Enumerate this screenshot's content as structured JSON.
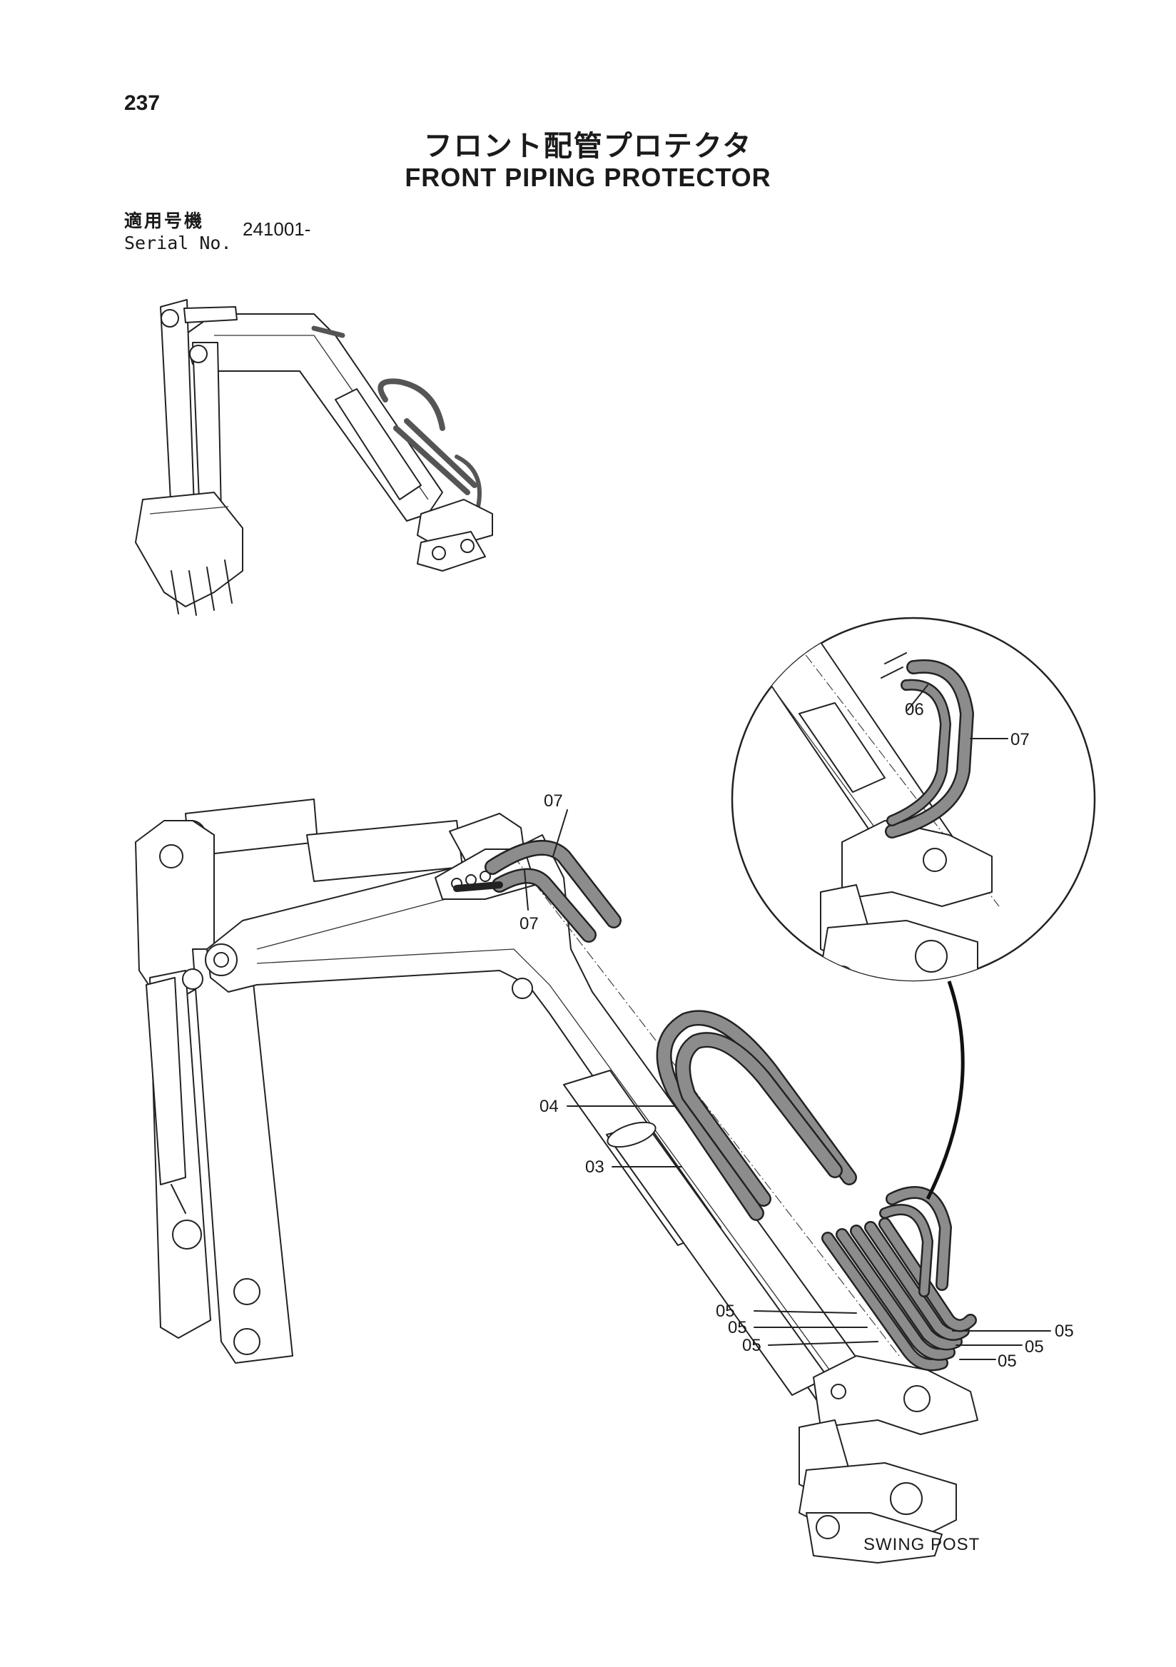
{
  "header": {
    "page_number": "237",
    "title_jp": "フロント配管プロテクタ",
    "title_en": "FRONT PIPING PROTECTOR"
  },
  "serial": {
    "label_jp": "適用号機",
    "label_en": "Serial No.",
    "value": "241001-"
  },
  "callouts": {
    "c03": "03",
    "c04": "04",
    "c05": "05",
    "c06": "06",
    "c07": "07"
  },
  "caption": "SWING POST",
  "colors": {
    "hose": "#7a7a7a",
    "ink": "#1a1a1a"
  }
}
